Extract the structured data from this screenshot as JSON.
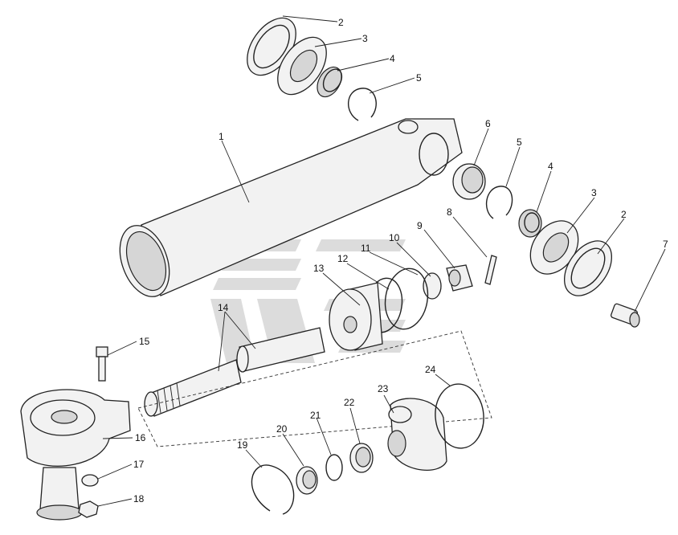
{
  "diagram": {
    "callouts": [
      {
        "id": "c1",
        "text": "1"
      },
      {
        "id": "c2a",
        "text": "2"
      },
      {
        "id": "c3a",
        "text": "3"
      },
      {
        "id": "c4a",
        "text": "4"
      },
      {
        "id": "c5a",
        "text": "5"
      },
      {
        "id": "c6",
        "text": "6"
      },
      {
        "id": "c5b",
        "text": "5"
      },
      {
        "id": "c4b",
        "text": "4"
      },
      {
        "id": "c3b",
        "text": "3"
      },
      {
        "id": "c2b",
        "text": "2"
      },
      {
        "id": "c7",
        "text": "7"
      },
      {
        "id": "c8",
        "text": "8"
      },
      {
        "id": "c9",
        "text": "9"
      },
      {
        "id": "c10",
        "text": "10"
      },
      {
        "id": "c11",
        "text": "11"
      },
      {
        "id": "c12",
        "text": "12"
      },
      {
        "id": "c13",
        "text": "13"
      },
      {
        "id": "c14",
        "text": "14"
      },
      {
        "id": "c15",
        "text": "15"
      },
      {
        "id": "c16",
        "text": "16"
      },
      {
        "id": "c17",
        "text": "17"
      },
      {
        "id": "c18",
        "text": "18"
      },
      {
        "id": "c19",
        "text": "19"
      },
      {
        "id": "c20",
        "text": "20"
      },
      {
        "id": "c21",
        "text": "21"
      },
      {
        "id": "c22",
        "text": "22"
      },
      {
        "id": "c23",
        "text": "23"
      },
      {
        "id": "c24",
        "text": "24"
      }
    ]
  },
  "colors": {
    "line": "#222222",
    "fill": "#f2f2f2",
    "shade": "#d6d6d6",
    "watermark": "#bfbfbf"
  }
}
